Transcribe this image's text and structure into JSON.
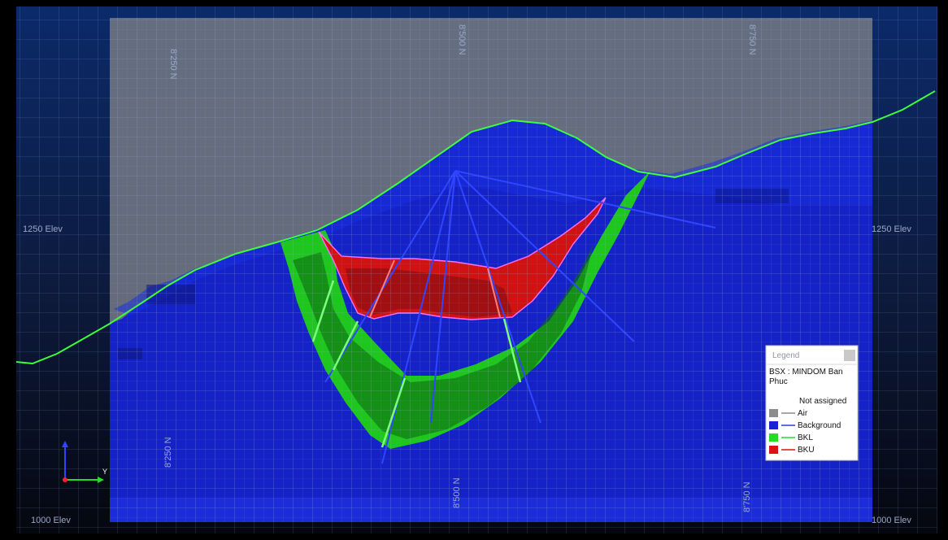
{
  "axes": {
    "left_top_elev": "1250 Elev",
    "right_top_elev": "1250 Elev",
    "left_bottom_elev": "1000 Elev",
    "right_bottom_elev": "1000 Elev",
    "top_northings": [
      "8'250 N",
      "8'500 N",
      "8'750 N"
    ],
    "bottom_northings": [
      "8'250 N",
      "8'500 N",
      "8'750 N"
    ]
  },
  "legend": {
    "title": "Legend",
    "model_line1": "BSX : MINDOM Ban",
    "model_line2": "Phuc",
    "items": [
      {
        "label": "Not assigned",
        "fill": "none",
        "line": "none"
      },
      {
        "label": "Air",
        "fill": "#8c8c8c",
        "line": "#8c8c8c"
      },
      {
        "label": "Background",
        "fill": "#1a23d6",
        "line": "#2a3ae0"
      },
      {
        "label": "BKL",
        "fill": "#22dd22",
        "line": "#22dd22"
      },
      {
        "label": "BKU",
        "fill": "#dd1111",
        "line": "#dd1111"
      }
    ]
  },
  "colors": {
    "air": "#7a7d88",
    "background": "#1422c8",
    "bkl": "#1ec71e",
    "bkl_dark": "#0d6a12",
    "bku": "#d01212",
    "bku_dark": "#7a0d12",
    "topo_line": "#3dff3d"
  },
  "triad": {
    "y_label": "Y"
  }
}
